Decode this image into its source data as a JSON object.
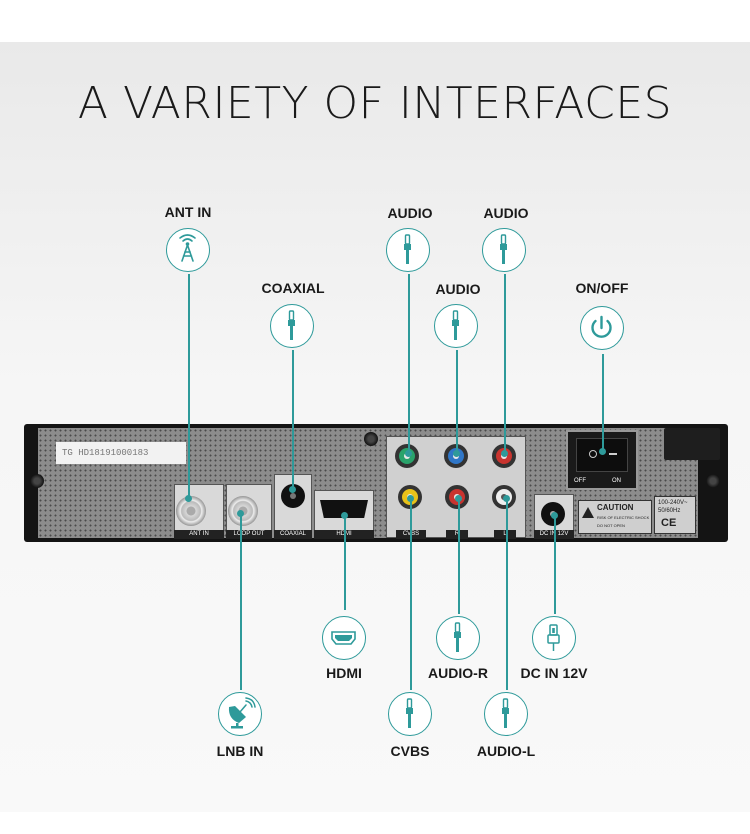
{
  "title": "A VARIETY OF INTERFACES",
  "device": {
    "serial": "TG HD18191000183",
    "port_labels": {
      "ant_in": "ANT IN",
      "loop_out": "LOOP OUT",
      "coaxial": "COAXIAL",
      "hdmi": "HDMI",
      "cvbs": "CVBS",
      "r": "R",
      "l": "L",
      "dc_in": "DC IN 12V"
    },
    "switch_off": "OFF",
    "switch_on": "ON",
    "caution_title": "CAUTION",
    "caution_line1": "RISK OF ELECTRIC SHOCK",
    "caution_line2": "DO NOT OPEN",
    "rating_line1": "100-240V~",
    "rating_line2": "50/60Hz",
    "cert_marks": "CE"
  },
  "callouts": {
    "ant_in": "ANT IN",
    "coaxial": "COAXIAL",
    "audio_top_left": "AUDIO",
    "audio_top_right": "AUDIO",
    "audio_mid": "AUDIO",
    "on_off": "ON/OFF",
    "hdmi": "HDMI",
    "lnb_in": "LNB IN",
    "cvbs": "CVBS",
    "audio_r": "AUDIO-R",
    "audio_l": "AUDIO-L",
    "dc_in": "DC IN 12V"
  },
  "icons": {
    "ant_in": "antenna-icon",
    "coaxial": "audio-jack-icon",
    "audio": "audio-jack-icon",
    "on_off": "power-icon",
    "hdmi": "hdmi-port-icon",
    "lnb_in": "satellite-dish-icon",
    "dc_in": "dc-plug-icon"
  },
  "colors": {
    "accent": "#2e9a9a",
    "title": "#1a1a1a"
  }
}
